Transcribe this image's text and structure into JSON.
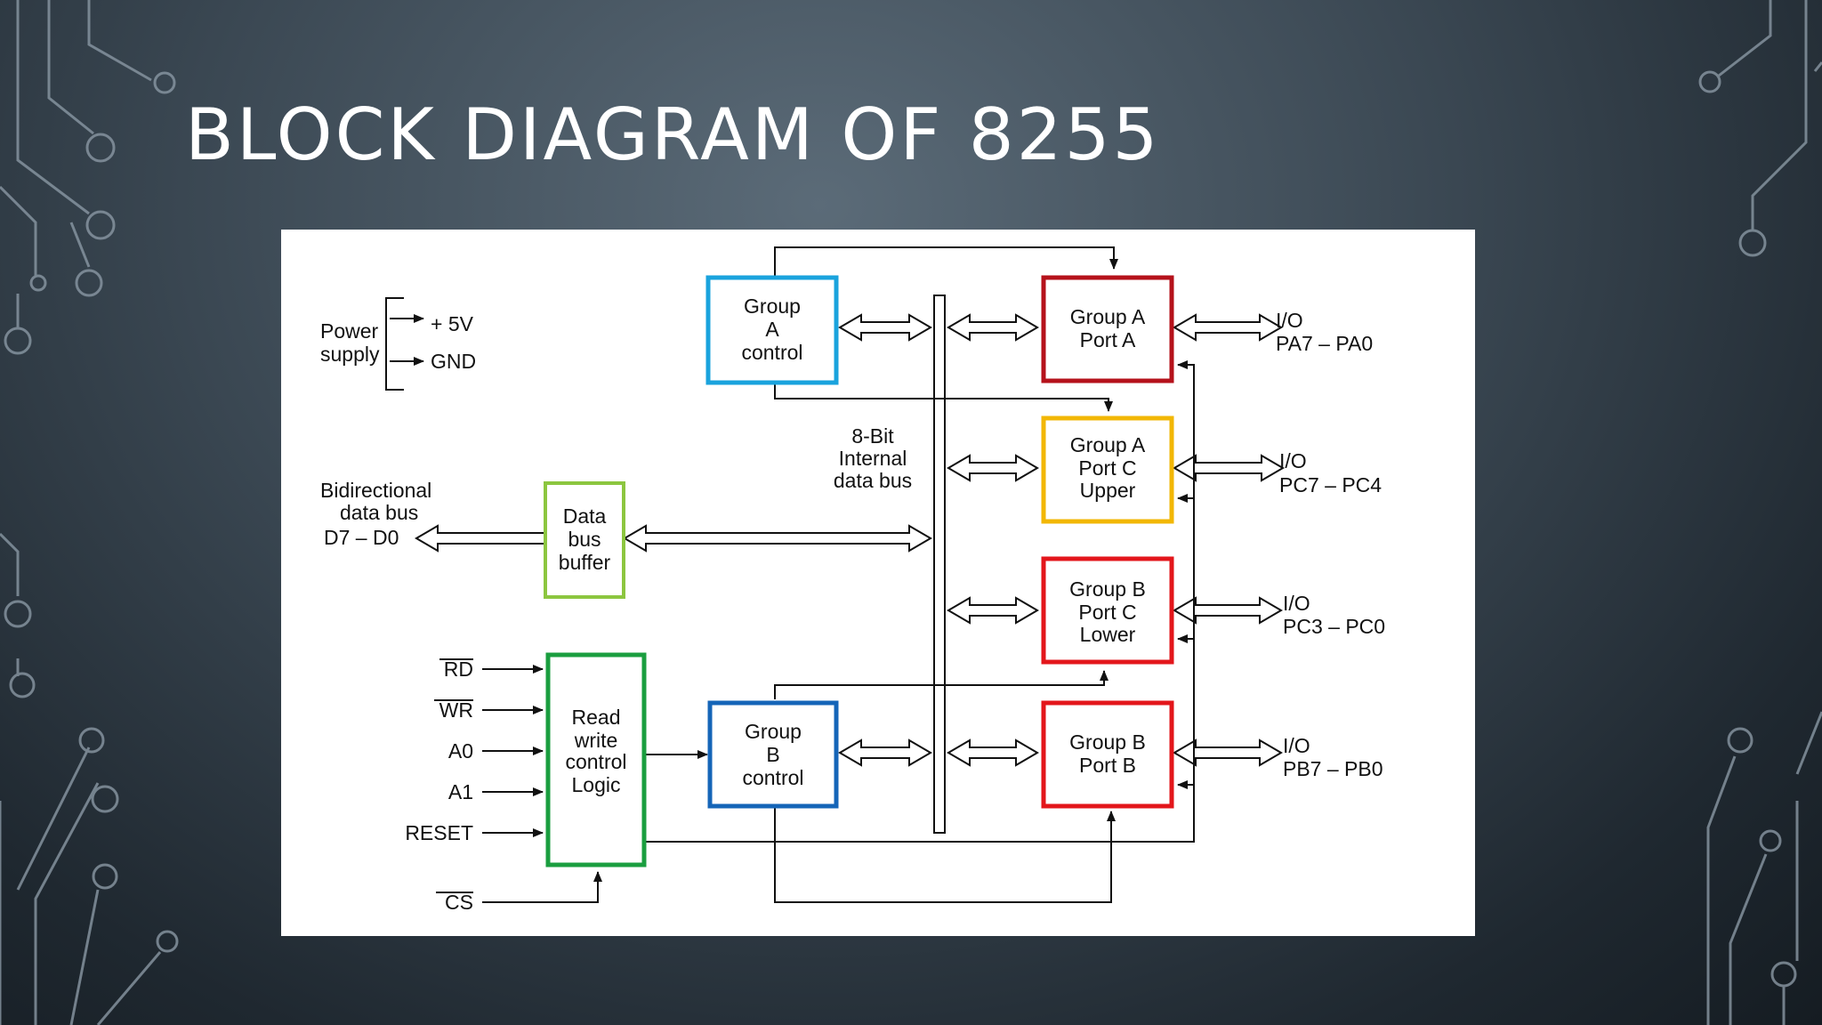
{
  "slide": {
    "title": "BLOCK DIAGRAM OF 8255"
  },
  "diagram": {
    "power": {
      "label_lines": [
        "Power",
        "supply"
      ],
      "vcc": "+ 5V",
      "gnd": "GND"
    },
    "data_bus": {
      "label_lines": [
        "Bidirectional",
        "data bus"
      ],
      "signal": "D7 – D0"
    },
    "internal_bus": {
      "label_lines": [
        "8-Bit",
        "Internal",
        "data bus"
      ]
    },
    "blocks": {
      "group_a_control": {
        "lines": [
          "Group",
          "A",
          "control"
        ],
        "color": "#1aa3dd"
      },
      "data_bus_buffer": {
        "lines": [
          "Data",
          "bus",
          "buffer"
        ],
        "color": "#8cc63f"
      },
      "read_write_logic": {
        "lines": [
          "Read",
          "write",
          "control",
          "Logic"
        ],
        "color": "#1a9e3f"
      },
      "group_b_control": {
        "lines": [
          "Group",
          "B",
          "control"
        ],
        "color": "#1565b8"
      },
      "group_a_port_a": {
        "lines": [
          "Group A",
          "Port A"
        ],
        "color": "#b5121b"
      },
      "group_a_port_c_upper": {
        "lines": [
          "Group A",
          "Port C",
          "Upper"
        ],
        "color": "#f2b705"
      },
      "group_b_port_c_lower": {
        "lines": [
          "Group B",
          "Port C",
          "Lower"
        ],
        "color": "#e3161b"
      },
      "group_b_port_b": {
        "lines": [
          "Group B",
          "Port B"
        ],
        "color": "#e3161b"
      }
    },
    "control_inputs": [
      "RD",
      "WR",
      "A0",
      "A1",
      "RESET",
      "CS"
    ],
    "io_ports": [
      {
        "io": "I/O",
        "range": "PA7 – PA0"
      },
      {
        "io": "I/O",
        "range": "PC7 – PC4"
      },
      {
        "io": "I/O",
        "range": "PC3 – PC0"
      },
      {
        "io": "I/O",
        "range": "PB7 – PB0"
      }
    ]
  }
}
